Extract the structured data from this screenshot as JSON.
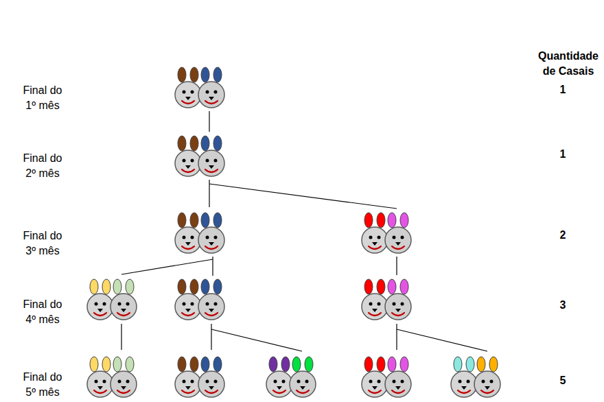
{
  "diagram": {
    "labels": [
      "Quantidade de Casais",
      "Final do 1º mês",
      "1",
      "Final do 2º mês",
      "1",
      "Final do 3º mês",
      "2",
      "Final do 4º mês",
      "3",
      "Final do 5º mês",
      "5"
    ]
  }
}
